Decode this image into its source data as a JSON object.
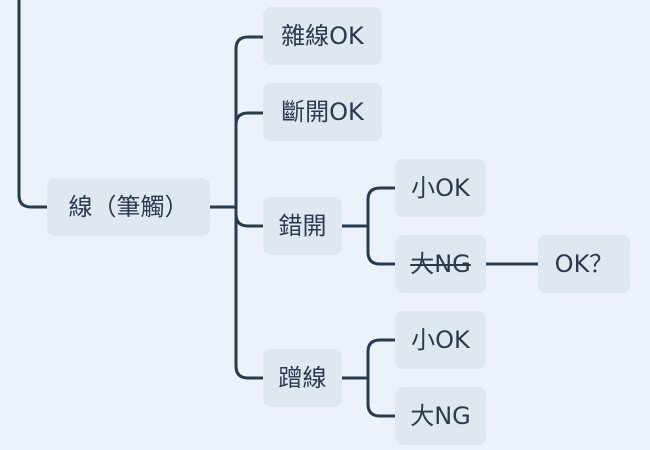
{
  "mindmap": {
    "central": {
      "label": "線（筆觸）"
    },
    "branches": [
      {
        "label": "雜線OK"
      },
      {
        "label": "斷開OK"
      },
      {
        "label": "錯開",
        "children": [
          {
            "label": "小OK"
          },
          {
            "label": "大NG",
            "struck_out": true,
            "children": [
              {
                "label": "OK？"
              }
            ]
          }
        ]
      },
      {
        "label": "蹭線",
        "children": [
          {
            "label": "小OK"
          },
          {
            "label": "大NG"
          }
        ]
      }
    ]
  },
  "colors": {
    "background": "#ebf2fb",
    "node_fill": "#dfe7f0",
    "line": "#2b3a4d",
    "text": "#2b3a4d"
  }
}
